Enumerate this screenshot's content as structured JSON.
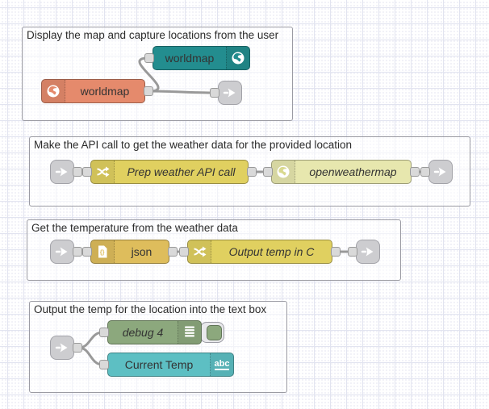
{
  "app": "node-red-flow-editor",
  "groups": [
    {
      "label": "Display the map and capture locations from the user"
    },
    {
      "label": "Make the API call to get the weather data for the provided location"
    },
    {
      "label": "Get the temperature from the weather data"
    },
    {
      "label": "Output the temp for the location into the text box"
    }
  ],
  "nodes": {
    "worldmap_in": {
      "label": "worldmap",
      "color": "#238D8F"
    },
    "worldmap": {
      "label": "worldmap",
      "color": "#E58A6C"
    },
    "prep_weather": {
      "label": "Prep weather API call",
      "color": "#E0D060"
    },
    "openweathermap": {
      "label": "openweathermap",
      "color": "#E7E7AE"
    },
    "json": {
      "label": "json",
      "color": "#DEBD5C",
      "icon_text": "{}"
    },
    "output_temp": {
      "label": "Output temp in C",
      "color": "#E0D060"
    },
    "debug": {
      "label": "debug 4",
      "color": "#8CA87D"
    },
    "current_temp": {
      "label": "Current Temp",
      "color": "#5DBFC3",
      "icon_text": "abc"
    }
  },
  "palette": {
    "link_node": "#CDCDD0",
    "wire": "#999999",
    "port_fill": "#D9D9D9",
    "group_border": "#9B9BA3",
    "grid_line": "#E2E4F0",
    "canvas_bg": "#FFFFFF",
    "node_label_text": "#333333"
  }
}
